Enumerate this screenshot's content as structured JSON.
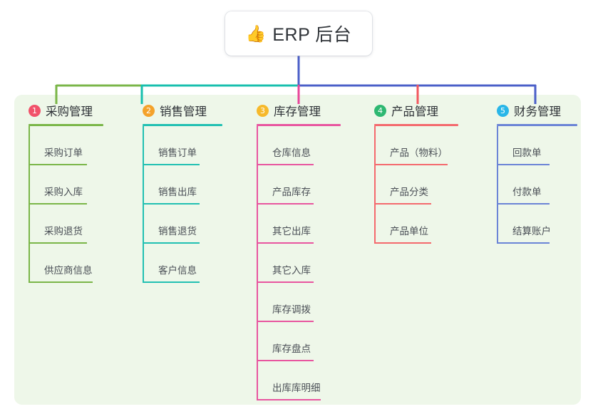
{
  "root": {
    "icon": "thumbs-up-icon",
    "emoji": "👍",
    "title": "ERP 后台"
  },
  "colors": {
    "panel_bg": "#eef7e9",
    "page_bg": "#ffffff",
    "text": "#2f3338",
    "item_text": "#4a4f56",
    "branch_green": "#7ab648",
    "branch_teal": "#18bfae",
    "branch_blue": "#4b5fc8",
    "drop_pink": "#e8459a",
    "drop_red": "#f2575f"
  },
  "columns": [
    {
      "number": "1",
      "title": "采购管理",
      "badge_color": "#f1526a",
      "line_color": "#7ab648",
      "items": [
        {
          "label": "采购订单"
        },
        {
          "label": "采购入库"
        },
        {
          "label": "采购退货"
        },
        {
          "label": "供应商信息"
        }
      ]
    },
    {
      "number": "2",
      "title": "销售管理",
      "badge_color": "#f4a22b",
      "line_color": "#21c0b2",
      "items": [
        {
          "label": "销售订单"
        },
        {
          "label": "销售出库"
        },
        {
          "label": "销售退货"
        },
        {
          "label": "客户信息"
        }
      ]
    },
    {
      "number": "3",
      "title": "库存管理",
      "badge_color": "#f6b92b",
      "line_color": "#e8559f",
      "items": [
        {
          "label": "仓库信息"
        },
        {
          "label": "产品库存"
        },
        {
          "label": "其它出库"
        },
        {
          "label": "其它入库"
        },
        {
          "label": "库存调拨"
        },
        {
          "label": "库存盘点"
        },
        {
          "label": "出库库明细"
        }
      ]
    },
    {
      "number": "4",
      "title": "产品管理",
      "badge_color": "#2eb872",
      "line_color": "#f4696d",
      "items": [
        {
          "label": "产品（物料）"
        },
        {
          "label": "产品分类"
        },
        {
          "label": "产品单位"
        }
      ]
    },
    {
      "number": "5",
      "title": "财务管理",
      "badge_color": "#29b6e8",
      "line_color": "#6b84d6",
      "items": [
        {
          "label": "回款单"
        },
        {
          "label": "付款单"
        },
        {
          "label": "结算账户"
        }
      ]
    }
  ]
}
